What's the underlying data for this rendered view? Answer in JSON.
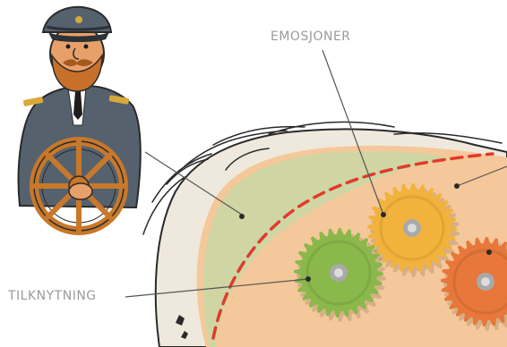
{
  "labels": {
    "emotions": "EMOSJONER",
    "attachment": "TILKNYTNING"
  },
  "colors": {
    "label_text": "#9b9b9b",
    "leader_line": "#555555",
    "brain_fill": "#f4c89a",
    "brain_inner_fill": "#cfd6a4",
    "dashed_boundary": "#e23a2c",
    "gear_green": "#8ab84a",
    "gear_yellow": "#f2b33c",
    "gear_orange": "#e7773a",
    "gear_hub": "#a9a9a9",
    "captain_coat": "#55626e",
    "steering_wheel": "#c8782a",
    "hair": "#efe8dc",
    "outline": "#2a2a2a"
  },
  "icons": {
    "captain": "ship-captain-illustration",
    "steering_wheel": "ship-wheel-icon",
    "gears": "gear-icon"
  }
}
